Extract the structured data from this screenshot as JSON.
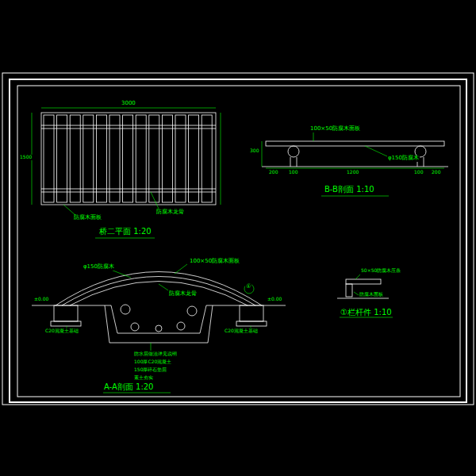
{
  "diagram": {
    "labels": [
      "3000",
      "1500",
      "防腐木面板",
      "防腐木龙骨",
      "桥二平面 1:20",
      "100×50防腐木面板",
      "φ150防腐木",
      "300",
      "200",
      "100",
      "1200",
      "100",
      "200",
      "B-B剖面 1:10",
      "φ150防腐木",
      "100×50防腐木面板",
      "防腐木龙骨",
      "±0.00",
      "±0.00",
      "C20混凝土基础",
      "C20混凝土基础",
      "①",
      "防水层做法详见说明",
      "100厚C20混凝土",
      "150厚碎石垫层",
      "素土夯实",
      "A-A剖面 1:20",
      "50×50防腐木压条",
      "防腐木面板",
      "①栏杆件 1:10"
    ]
  }
}
